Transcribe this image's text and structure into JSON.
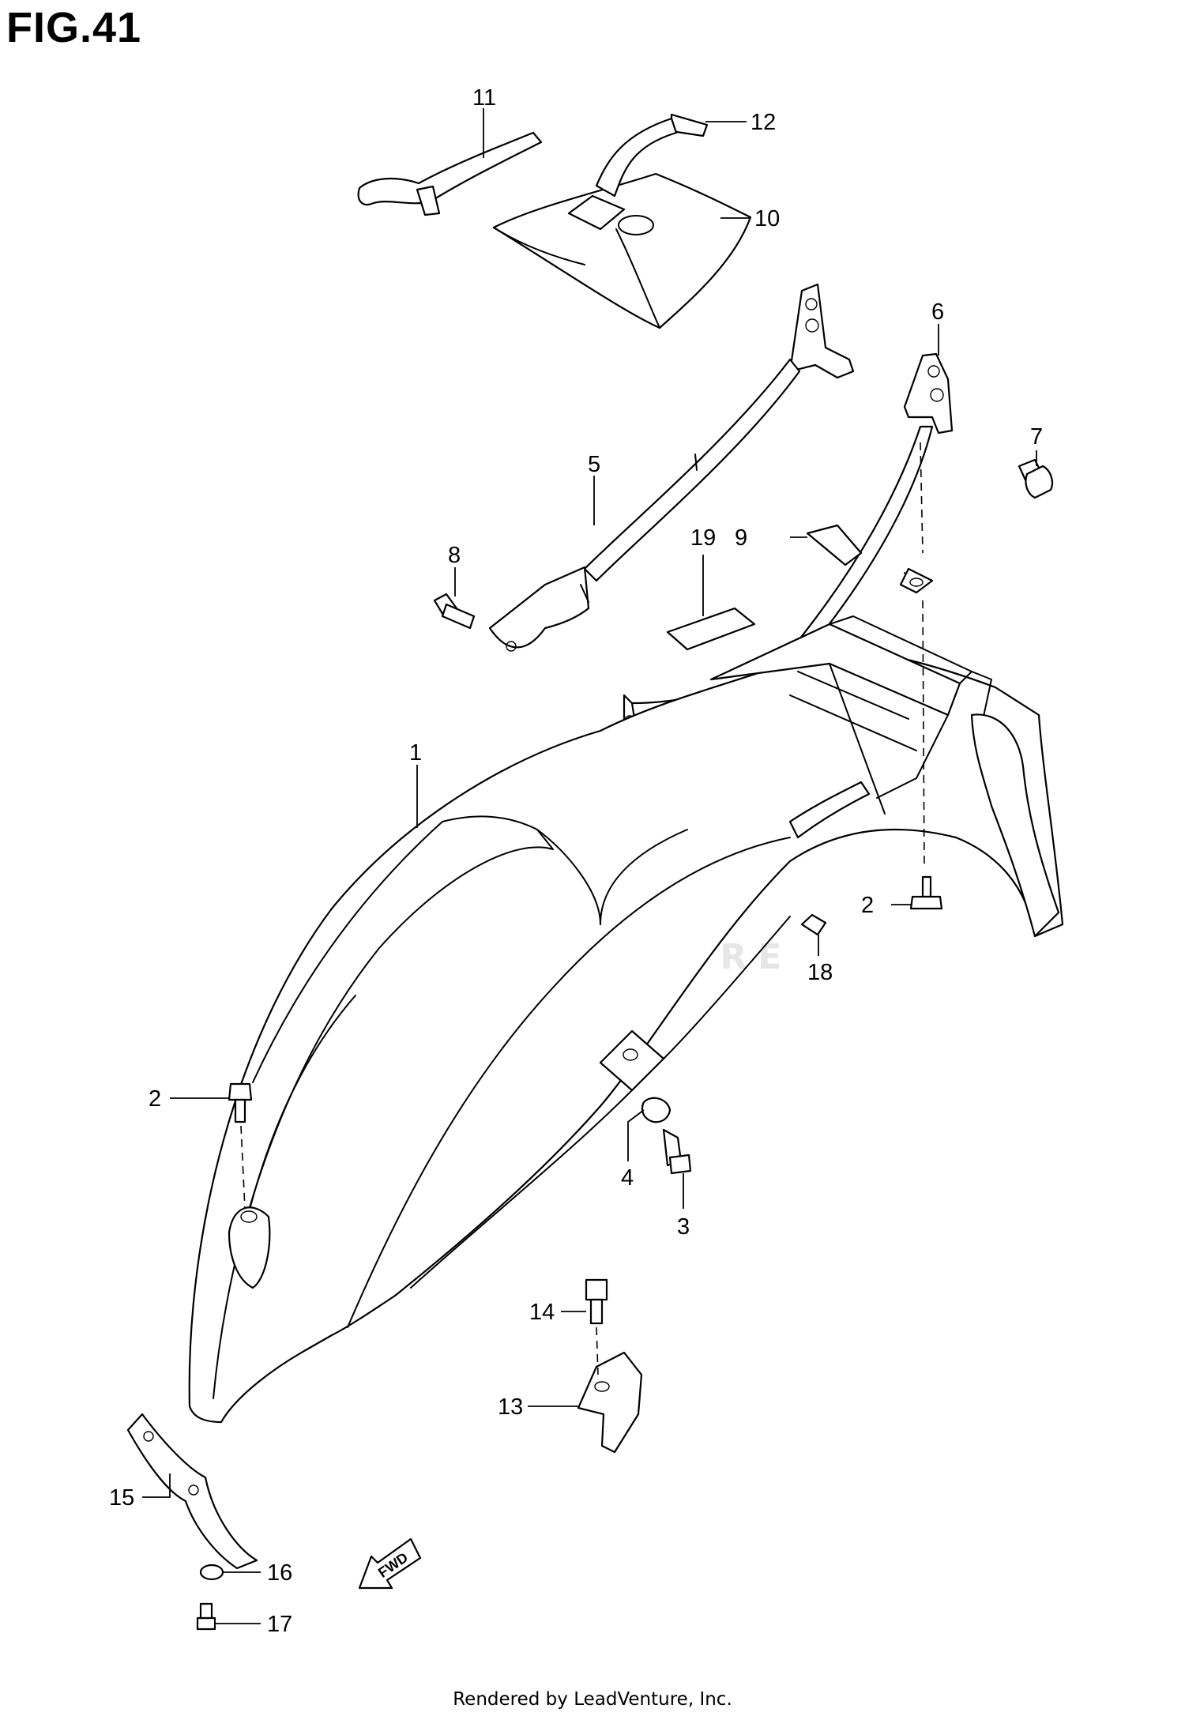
{
  "figure_title": "FIG.41",
  "footer_text": "Rendered by LeadVenture, Inc.",
  "watermark_text": "LEADVENTURE",
  "fwd_label": "FWD",
  "callouts": [
    "1",
    "2",
    "3",
    "4",
    "5",
    "6",
    "7",
    "8",
    "9",
    "10",
    "11",
    "12",
    "13",
    "14",
    "15",
    "16",
    "17",
    "18",
    "19"
  ]
}
